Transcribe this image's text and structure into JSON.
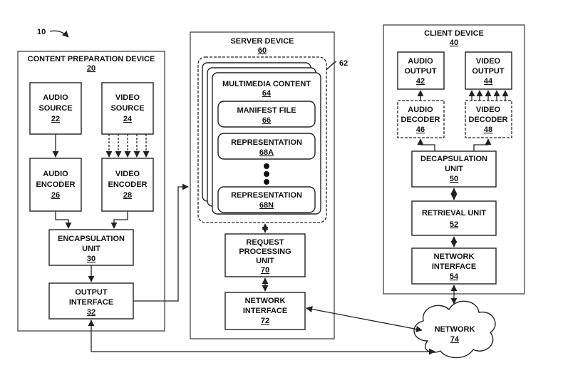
{
  "figure_ref": "10",
  "content_prep": {
    "title": "CONTENT PREPARATION DEVICE",
    "ref": "20",
    "audio_source": {
      "l1": "AUDIO",
      "l2": "SOURCE",
      "ref": "22"
    },
    "video_source": {
      "l1": "VIDEO",
      "l2": "SOURCE",
      "ref": "24"
    },
    "audio_encoder": {
      "l1": "AUDIO",
      "l2": "ENCODER",
      "ref": "26"
    },
    "video_encoder": {
      "l1": "VIDEO",
      "l2": "ENCODER",
      "ref": "28"
    },
    "encapsulation": {
      "l1": "ENCAPSULATION",
      "l2": "UNIT",
      "ref": "30"
    },
    "output_interface": {
      "l1": "OUTPUT",
      "l2": "INTERFACE",
      "ref": "32"
    }
  },
  "server": {
    "title": "SERVER DEVICE",
    "ref": "60",
    "group_ref": "62",
    "multimedia": {
      "label": "MULTIMEDIA CONTENT",
      "ref": "64"
    },
    "manifest": {
      "label": "MANIFEST FILE",
      "ref": "66"
    },
    "rep_a": {
      "label": "REPRESENTATION",
      "ref": "68A"
    },
    "rep_n": {
      "label": "REPRESENTATION",
      "ref": "68N"
    },
    "request": {
      "l1": "REQUEST",
      "l2": "PROCESSING",
      "l3": "UNIT",
      "ref": "70"
    },
    "network_if": {
      "l1": "NETWORK",
      "l2": "INTERFACE",
      "ref": "72"
    }
  },
  "client": {
    "title": "CLIENT DEVICE",
    "ref": "40",
    "audio_output": {
      "l1": "AUDIO",
      "l2": "OUTPUT",
      "ref": "42"
    },
    "video_output": {
      "l1": "VIDEO",
      "l2": "OUTPUT",
      "ref": "44"
    },
    "audio_decoder": {
      "l1": "AUDIO",
      "l2": "DECODER",
      "ref": "46"
    },
    "video_decoder": {
      "l1": "VIDEO",
      "l2": "DECODER",
      "ref": "48"
    },
    "decapsulation": {
      "l1": "DECAPSULATION",
      "l2": "UNIT",
      "ref": "50"
    },
    "retrieval": {
      "label": "RETRIEVAL UNIT",
      "ref": "52"
    },
    "network_if": {
      "l1": "NETWORK",
      "l2": "INTERFACE",
      "ref": "54"
    }
  },
  "network": {
    "label": "NETWORK",
    "ref": "74"
  }
}
